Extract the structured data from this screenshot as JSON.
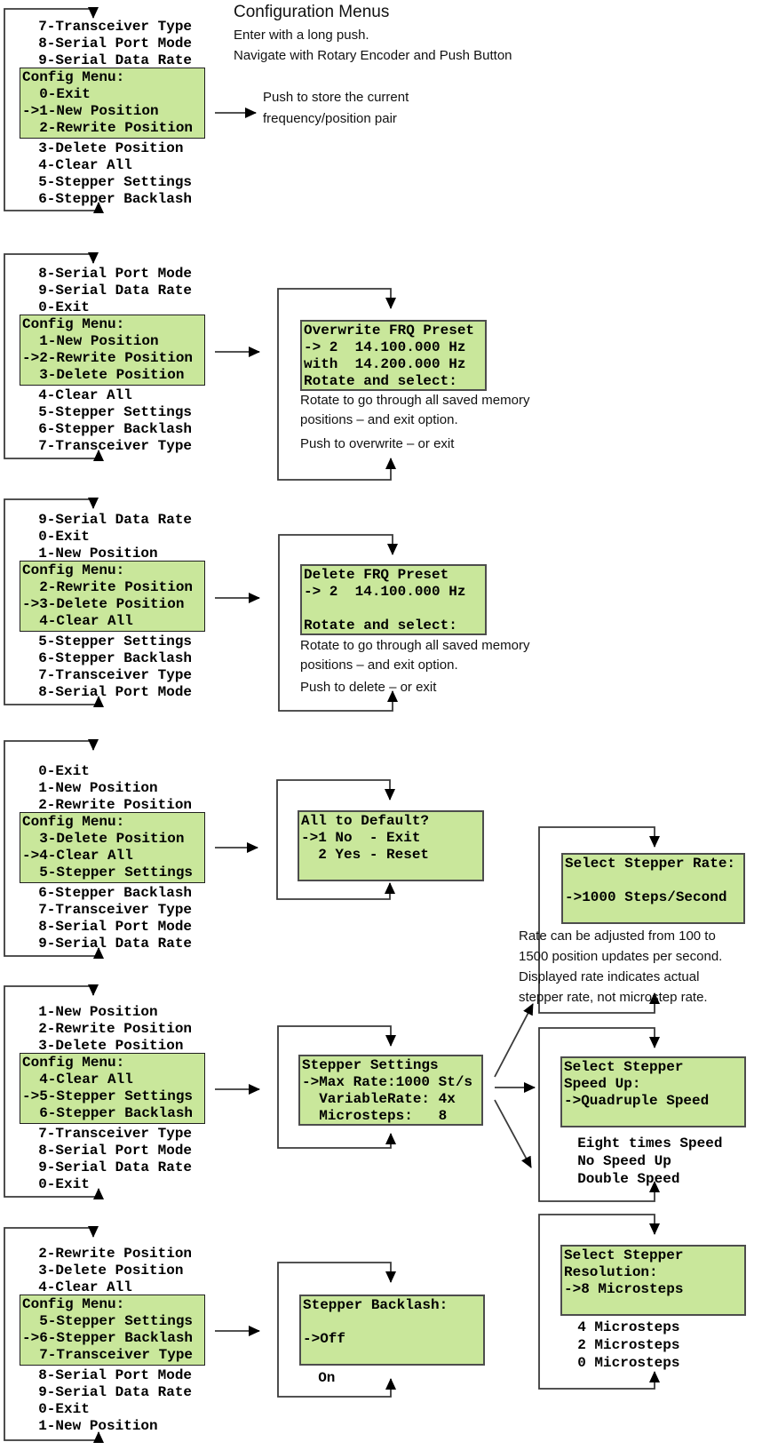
{
  "header": {
    "title": "Configuration Menus",
    "line1": "Enter with a long push.",
    "line2": "Navigate with Rotary Encoder and Push Button"
  },
  "colors": {
    "lcd_bg": "#c9e79b"
  },
  "menus": [
    {
      "above": [
        "  7-Transceiver Type",
        "  8-Serial Port Mode",
        "  9-Serial Data Rate"
      ],
      "box": [
        "Config Menu:",
        "  0-Exit",
        "->1-New Position",
        "  2-Rewrite Position"
      ],
      "below": [
        "  3-Delete Position",
        "  4-Clear All",
        "  5-Stepper Settings",
        "  6-Stepper Backlash"
      ]
    },
    {
      "above": [
        "  8-Serial Port Mode",
        "  9-Serial Data Rate",
        "  0-Exit"
      ],
      "box": [
        "Config Menu:",
        "  1-New Position",
        "->2-Rewrite Position",
        "  3-Delete Position"
      ],
      "below": [
        "  4-Clear All",
        "  5-Stepper Settings",
        "  6-Stepper Backlash",
        "  7-Transceiver Type"
      ]
    },
    {
      "above": [
        "  9-Serial Data Rate",
        "  0-Exit",
        "  1-New Position"
      ],
      "box": [
        "Config Menu:",
        "  2-Rewrite Position",
        "->3-Delete Position",
        "  4-Clear All"
      ],
      "below": [
        "  5-Stepper Settings",
        "  6-Stepper Backlash",
        "  7-Transceiver Type",
        "  8-Serial Port Mode"
      ]
    },
    {
      "above": [
        "  0-Exit",
        "  1-New Position",
        "  2-Rewrite Position"
      ],
      "box": [
        "Config Menu:",
        "  3-Delete Position",
        "->4-Clear All",
        "  5-Stepper Settings"
      ],
      "below": [
        "  6-Stepper Backlash",
        "  7-Transceiver Type",
        "  8-Serial Port Mode",
        "  9-Serial Data Rate"
      ]
    },
    {
      "above": [
        "  1-New Position",
        "  2-Rewrite Position",
        "  3-Delete Position"
      ],
      "box": [
        "Config Menu:",
        "  4-Clear All",
        "->5-Stepper Settings",
        "  6-Stepper Backlash"
      ],
      "below": [
        "  7-Transceiver Type",
        "  8-Serial Port Mode",
        "  9-Serial Data Rate",
        "  0-Exit"
      ]
    },
    {
      "above": [
        "  2-Rewrite Position",
        "  3-Delete Position",
        "  4-Clear All"
      ],
      "box": [
        "Config Menu:",
        "  5-Stepper Settings",
        "->6-Stepper Backlash",
        "  7-Transceiver Type"
      ],
      "below": [
        "  8-Serial Port Mode",
        "  9-Serial Data Rate",
        "  0-Exit",
        "  1-New Position"
      ]
    }
  ],
  "displays": {
    "store_note": [
      "Push to store the current",
      "frequency/position pair"
    ],
    "overwrite": {
      "lcd": [
        "Overwrite FRQ Preset",
        "-> 2  14.100.000 Hz",
        "with  14.200.000 Hz",
        "Rotate and select:"
      ],
      "note1": [
        "Rotate to go through all saved memory",
        "positions – and exit option."
      ],
      "note2": "Push to overwrite – or exit"
    },
    "delete": {
      "lcd": [
        "Delete FRQ Preset",
        "-> 2  14.100.000 Hz",
        "",
        "Rotate and select:"
      ],
      "note1": [
        "Rotate to go through all saved memory",
        "positions – and exit option."
      ],
      "note2": "Push to delete – or exit"
    },
    "defaults": {
      "lcd": [
        "All to Default?",
        "->1 No  - Exit",
        "  2 Yes - Reset"
      ]
    },
    "rate": {
      "lcd": [
        "Select Stepper Rate:",
        "",
        "->1000 Steps/Second"
      ],
      "note": [
        "Rate can be adjusted from 100 to",
        "1500 position updates per second.",
        "Displayed rate indicates actual",
        "stepper rate, not microstep rate."
      ]
    },
    "settings": {
      "lcd": [
        "Stepper Settings",
        "->Max Rate:1000 St/s",
        "  VariableRate: 4x",
        "  Microsteps:   8"
      ]
    },
    "speedup": {
      "lcd": [
        "Select Stepper",
        "Speed Up:",
        "->Quadruple Speed"
      ],
      "options": [
        "  Eight times Speed",
        "  No Speed Up",
        "  Double Speed"
      ]
    },
    "backlash": {
      "lcd": [
        "Stepper Backlash:",
        "",
        "->Off"
      ],
      "option": "  On"
    },
    "resolution": {
      "lcd": [
        "Select Stepper",
        "Resolution:",
        "->8 Microsteps"
      ],
      "options": [
        "  4 Microsteps",
        "  2 Microsteps",
        "  0 Microsteps"
      ]
    }
  }
}
